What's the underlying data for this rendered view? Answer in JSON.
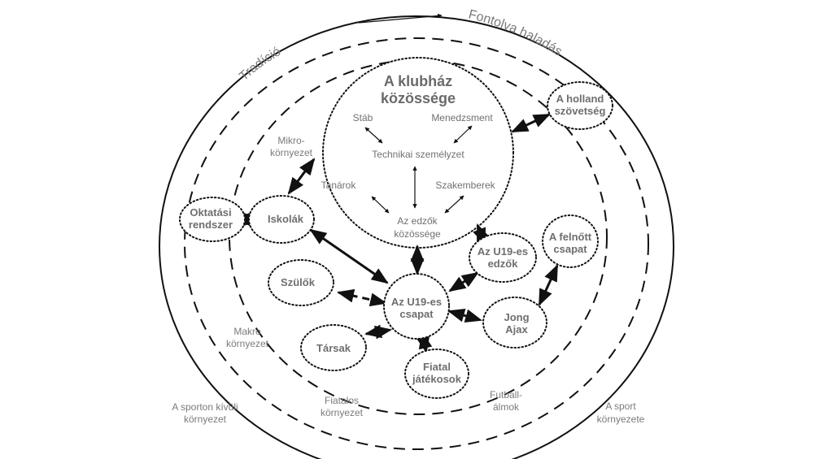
{
  "arc_labels": {
    "left": "Tradíció",
    "right": "Fontolva haladás"
  },
  "center": {
    "title_line1": "A klubház",
    "title_line2": "közössége",
    "items": {
      "stab": "Stáb",
      "menedzsment": "Menedzsment",
      "technikai": "Technikai személyzet",
      "tanarok": "Tanárok",
      "szakemberek": "Szakemberek",
      "edzok_line1": "Az edzők",
      "edzok_line2": "közössége"
    }
  },
  "nodes": {
    "holland": [
      "A holland",
      "szövetség"
    ],
    "oktatasi": [
      "Oktatási",
      "rendszer"
    ],
    "iskolak": [
      "Iskolák"
    ],
    "u19_edzok": [
      "Az U19-es",
      "edzők"
    ],
    "felnott": [
      "A felnőtt",
      "csapat"
    ],
    "szulok": [
      "Szülők"
    ],
    "u19_csapat": [
      "Az U19-es",
      "csapat"
    ],
    "jong_ajax": [
      "Jong",
      "Ajax"
    ],
    "tarsak": [
      "Társak"
    ],
    "fiatal": [
      "Fiatal",
      "játékosok"
    ]
  },
  "zone_labels": {
    "mikro": [
      "Mikro-",
      "környezet"
    ],
    "makro": [
      "Makro",
      "környezet"
    ],
    "sporton_kivuli": [
      "A sporton kívüli",
      "környezet"
    ],
    "fiatalos": [
      "Fiatalos",
      "környezet"
    ],
    "futball": [
      "Futball-",
      "álmok"
    ],
    "sport": [
      "A sport",
      "környezete"
    ]
  },
  "relations": [
    {
      "from": "A klubház közössége",
      "to": "A holland szövetség",
      "style": "solid"
    },
    {
      "from": "Mikro-környezet",
      "to": "Iskolák",
      "style": "solid"
    },
    {
      "from": "Oktatási rendszer",
      "to": "Iskolák",
      "style": "solid"
    },
    {
      "from": "Iskolák",
      "to": "Az U19-es csapat",
      "style": "solid"
    },
    {
      "from": "Az edzők közössége",
      "to": "Az U19-es csapat",
      "style": "solid"
    },
    {
      "from": "A klubház közössége",
      "to": "Az U19-es edzők",
      "style": "solid"
    },
    {
      "from": "Az U19-es edzők",
      "to": "Az U19-es csapat",
      "style": "solid"
    },
    {
      "from": "A felnőtt csapat",
      "to": "Jong Ajax",
      "style": "solid"
    },
    {
      "from": "Szülők",
      "to": "Az U19-es csapat",
      "style": "dashed"
    },
    {
      "from": "Az U19-es csapat",
      "to": "Jong Ajax",
      "style": "dashed"
    },
    {
      "from": "Társak",
      "to": "Az U19-es csapat",
      "style": "dashed"
    },
    {
      "from": "Az U19-es csapat",
      "to": "Fiatal játékosok",
      "style": "solid"
    },
    {
      "from": "Stáb",
      "to": "Technikai személyzet",
      "style": "thin"
    },
    {
      "from": "Menedzsment",
      "to": "Technikai személyzet",
      "style": "thin"
    },
    {
      "from": "Technikai személyzet",
      "to": "Az edzők közössége",
      "style": "thin"
    },
    {
      "from": "Tanárok",
      "to": "Az edzők közössége",
      "style": "thin"
    },
    {
      "from": "Szakemberek",
      "to": "Az edzők közössége",
      "style": "thin"
    }
  ]
}
